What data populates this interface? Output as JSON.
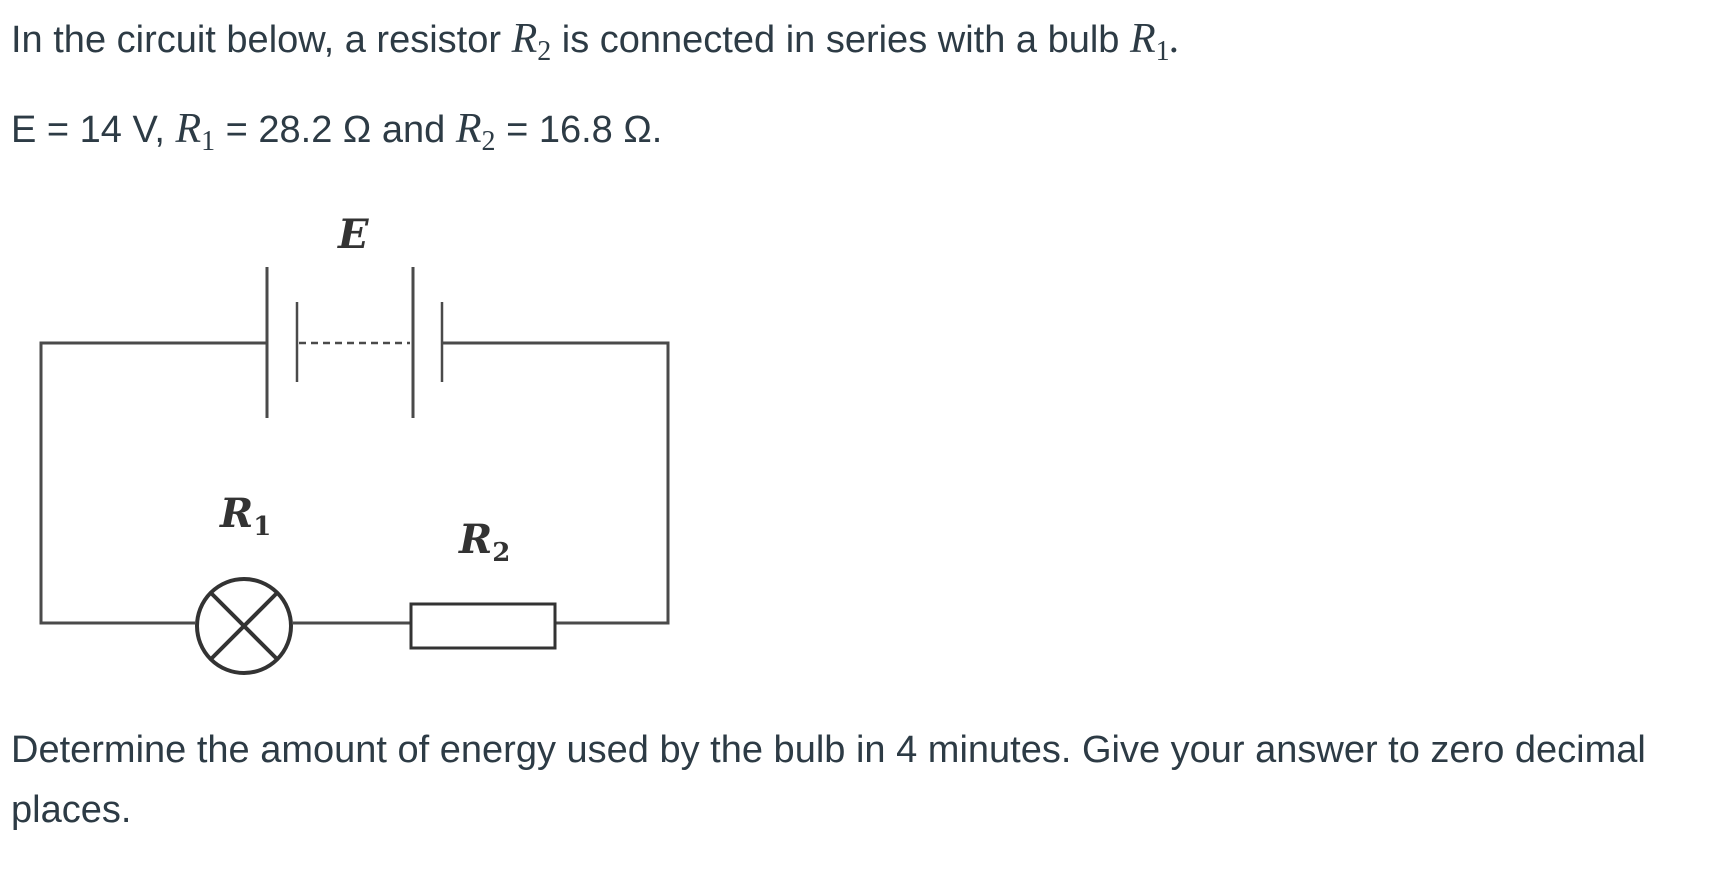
{
  "intro": {
    "text_before": "In the circuit below, a resistor ",
    "r2_symbol": "R",
    "r2_sub": "2",
    "text_middle": " is connected in series with a bulb ",
    "r1_symbol": "R",
    "r1_sub": "1",
    "text_end": "."
  },
  "values": {
    "emf_text": "E = 14 V, ",
    "r1_symbol": "R",
    "r1_sub": "1",
    "r1_text": " = 28.2 Ω and ",
    "r2_symbol": "R",
    "r2_sub": "2",
    "r2_text": " = 16.8 Ω."
  },
  "diagram": {
    "battery_label": "E",
    "bulb_label": "R",
    "bulb_sub": "1",
    "resistor_label": "R",
    "resistor_sub": "2"
  },
  "question": {
    "text": "Determine the amount of energy used by the bulb in 4 minutes. Give your answer to zero decimal places."
  }
}
